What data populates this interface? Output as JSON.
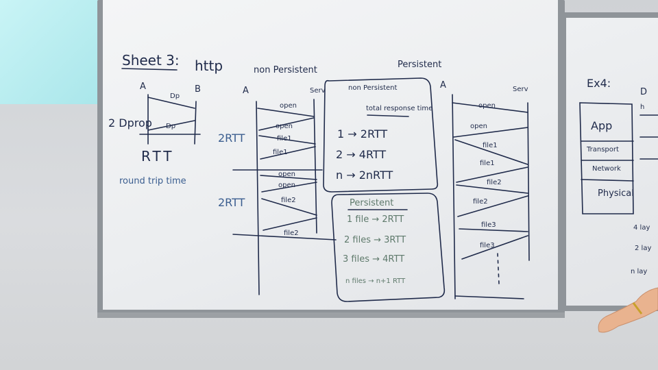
{
  "board": {
    "heading": "Sheet 3:",
    "topic": "http",
    "col_nonpersistent": "non Persistent",
    "col_persistent": "Persistent"
  },
  "rtt_diagram": {
    "node_a": "A",
    "node_b": "B",
    "prop_top": "Dp",
    "prop_bottom": "Dp",
    "left_label": "2 Dprop",
    "title": "RTT",
    "caption": "round trip time"
  },
  "nonpersistent_diagram": {
    "node_a": "A",
    "node_server": "Serv",
    "rtt_mark_1": "2RTT",
    "rtt_mark_2": "2RTT",
    "messages": [
      "open",
      "open",
      "file1",
      "file1",
      "open",
      "open",
      "file2",
      "file2"
    ]
  },
  "nonpersistent_box": {
    "title": "non Persistent",
    "subtitle": "total response time",
    "rows": [
      "1 → 2RTT",
      "2 → 4RTT",
      "n → 2nRTT"
    ]
  },
  "persistent_box": {
    "title": "Persistent",
    "rows": [
      "1 file → 2RTT",
      "2 files → 3RTT",
      "3 files → 4RTT",
      "n files → n+1 RTT"
    ]
  },
  "persistent_diagram": {
    "node_a": "A",
    "node_server": "Serv",
    "messages": [
      "open",
      "open",
      "file1",
      "file1",
      "file2",
      "file2",
      "file3",
      "file3"
    ]
  },
  "right_board": {
    "heading": "Ex4:",
    "layers": [
      "App",
      "Transport",
      "Network",
      "Physical"
    ],
    "notes": [
      "4 lay",
      "2 lay",
      "n lay"
    ],
    "column_letter": "D",
    "row_letter": "h"
  },
  "colors": {
    "ink_dark": "#1f2a4a",
    "ink_blue": "#3a5d8f",
    "ink_green": "#5f7a6c",
    "board": "#eef0f2",
    "projector": "#b8eef1"
  }
}
